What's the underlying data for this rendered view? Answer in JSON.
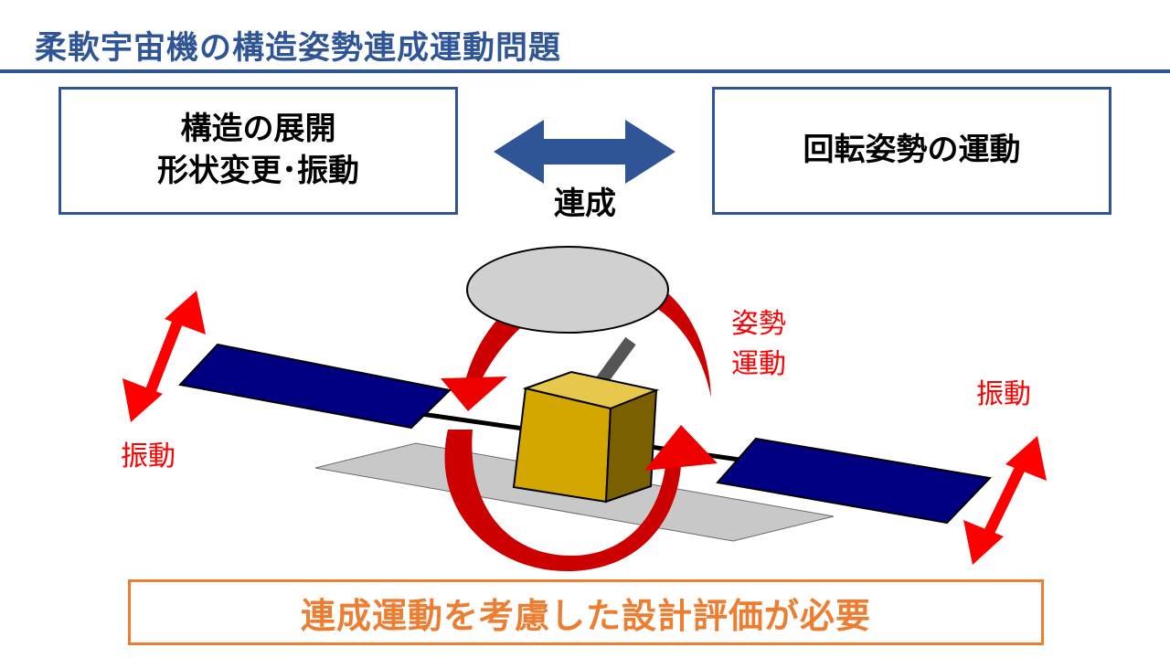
{
  "title": "柔軟宇宙機の構造姿勢連成運動問題",
  "left_box": {
    "line1": "構造の展開",
    "line2": "形状変更･振動"
  },
  "right_box": {
    "text": "回転姿勢の運動"
  },
  "coupling_label": "連成",
  "labels": {
    "attitude_line1": "姿勢",
    "attitude_line2": "運動",
    "vibration_left": "振動",
    "vibration_right": "振動"
  },
  "conclusion": "連成運動を考慮した設計評価が必要",
  "colors": {
    "accent_blue": "#2f5597",
    "arrow_blue": "#2f5597",
    "panel_navy": "#000080",
    "vibration_red": "#ff0000",
    "rotation_red": "#cc0000",
    "bus_gold": "#d4a600",
    "conclusion_orange": "#ed7d31",
    "antenna_gray": "#d0d0d0"
  }
}
